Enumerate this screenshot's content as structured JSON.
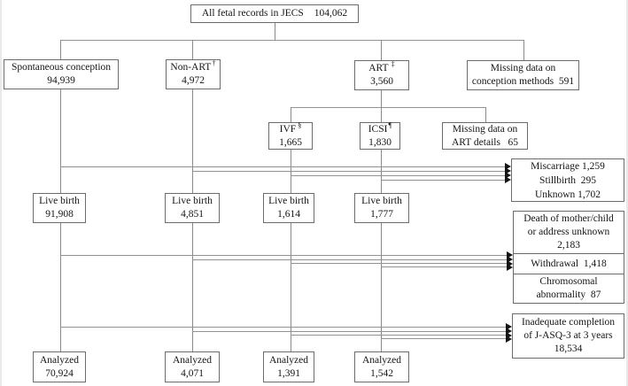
{
  "diagram": {
    "root": {
      "label": "All fetal records in JECS",
      "value": "104,062"
    },
    "conception": {
      "spontaneous": {
        "name": "Spontaneous conception",
        "count": "94,939"
      },
      "non_art": {
        "name": "Non-ART",
        "mark": "†",
        "count": "4,972"
      },
      "art": {
        "name": "ART",
        "mark": "‡",
        "count": "3,560"
      },
      "missing": {
        "line1": "Missing data on",
        "line2": "conception methods  591"
      }
    },
    "art_detail": {
      "ivf": {
        "name": "IVF",
        "mark": "§",
        "count": "1,665"
      },
      "icsi": {
        "name": "ICSI",
        "mark": "¶",
        "count": "1,830"
      },
      "missing": {
        "line1": "Missing data on",
        "line2": "ART details   65"
      }
    },
    "live_birth": {
      "label": "Live birth",
      "spontaneous": "91,908",
      "non_art": "4,851",
      "ivf": "1,614",
      "icsi": "1,777"
    },
    "analyzed": {
      "label": "Analyzed",
      "spontaneous": "70,924",
      "non_art": "4,071",
      "ivf": "1,391",
      "icsi": "1,542"
    },
    "exclusions": {
      "pregnancy_outcome": {
        "line1": "Miscarriage 1,259",
        "line2": "Stillbirth  295",
        "line3": "Unknown 1,702"
      },
      "death": {
        "line1": "Death of mother/child",
        "line2": "or address unknown",
        "line3": "2,183"
      },
      "withdrawal": "Withdrawal  1,418",
      "chromosomal": {
        "line1": "Chromosomal",
        "line2": "abnormality  87"
      },
      "inadequate": {
        "line1": "Inadequate completion",
        "line2": "of J-ASQ-3 at 3 years",
        "line3": "18,534"
      }
    }
  },
  "colors": {
    "box_border": "#6b6b6b",
    "connector": "#8f8f8f",
    "arrow": "#141414",
    "text": "#151515"
  }
}
